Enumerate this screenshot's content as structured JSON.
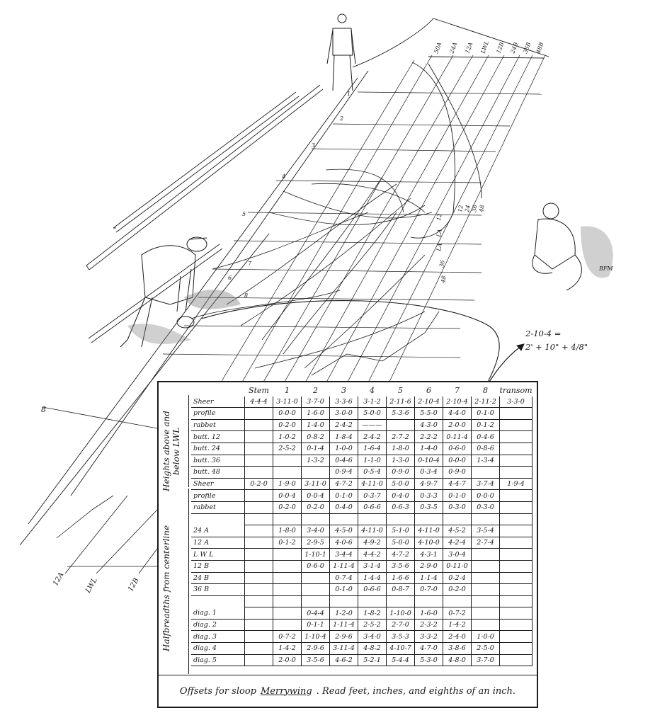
{
  "callout": {
    "line1": "2-10-4 =",
    "line2": "2' + 10\" + 4/8\""
  },
  "line_labels": {
    "station_tags": [
      "50A",
      "24A",
      "12A",
      "LWL",
      "12B",
      "24B",
      "36B",
      "48B"
    ],
    "lower_left": [
      "12A",
      "LWL",
      "12B"
    ],
    "body_numbers": [
      "1",
      "2",
      "3",
      "4",
      "5",
      "6",
      "7",
      "8"
    ],
    "right_buttocks": [
      "12",
      "24",
      "36",
      "48"
    ],
    "right_lower": [
      "12",
      "LA",
      "LA",
      "36",
      "48"
    ],
    "left_edge_mark": "8",
    "signature": "BFM"
  },
  "table": {
    "columns": [
      "Stem",
      "1",
      "2",
      "3",
      "4",
      "5",
      "6",
      "7",
      "8",
      "transom"
    ],
    "group_heights": "Heights above and below LWL",
    "group_halfbreadths": "Halfbreadths from centerline",
    "heights": [
      {
        "label": "Sheer",
        "values": [
          "4-4-4",
          "3-11-0",
          "3-7-0",
          "3-3-6",
          "3-1-2",
          "2-11-6",
          "2-10-4",
          "2-10-4",
          "2-11-2",
          "3-3-0"
        ]
      },
      {
        "label": "profile",
        "values": [
          "",
          "0-0-0",
          "1-6-0",
          "3-0-0",
          "5-0-0",
          "5-3-6",
          "5-5-0",
          "4-4-0",
          "0-1-0",
          ""
        ]
      },
      {
        "label": "rabbet",
        "values": [
          "",
          "0-2-0",
          "1-4-0",
          "2-4-2",
          "———",
          "",
          "4-3-0",
          "2-0-0",
          "0-1-2",
          ""
        ]
      },
      {
        "label": "butt. 12",
        "values": [
          "",
          "1-0-2",
          "0-8-2",
          "1-8-4",
          "2-4-2",
          "2-7-2",
          "2-2-2",
          "0-11-4",
          "0-4-6",
          ""
        ]
      },
      {
        "label": "butt. 24",
        "values": [
          "",
          "2-5-2",
          "0-1-4",
          "1-0-0",
          "1-6-4",
          "1-8-0",
          "1-4-0",
          "0-6-0",
          "0-8-6",
          ""
        ]
      },
      {
        "label": "butt. 36",
        "values": [
          "",
          "",
          "1-3-2",
          "0-4-6",
          "1-1-0",
          "1-3-0",
          "0-10-4",
          "0-0-0",
          "1-3-4",
          ""
        ]
      },
      {
        "label": "butt. 48",
        "values": [
          "",
          "",
          "",
          "0-9-4",
          "0-5-4",
          "0-9-0",
          "0-3-4",
          "0-9-0",
          "",
          ""
        ]
      }
    ],
    "halfbreadths": [
      {
        "label": "Sheer",
        "values": [
          "0-2-0",
          "1-9-0",
          "3-11-0",
          "4-7-2",
          "4-11-0",
          "5-0-0",
          "4-9-7",
          "4-4-7",
          "3-7-4",
          "1-9-4"
        ]
      },
      {
        "label": "profile",
        "values": [
          "",
          "0-0-4",
          "0-0-4",
          "0-1-0",
          "0-3-7",
          "0-4-0",
          "0-3-3",
          "0-1-0",
          "0-0-0",
          ""
        ]
      },
      {
        "label": "rabbet",
        "values": [
          "",
          "0-2-0",
          "0-2-0",
          "0-4-0",
          "0-6-6",
          "0-6-3",
          "0-3-5",
          "0-3-0",
          "0-3-0",
          ""
        ]
      },
      {
        "label": "",
        "values": [
          "",
          "",
          "",
          "",
          "",
          "",
          "",
          "",
          "",
          ""
        ]
      },
      {
        "label": "24 A",
        "values": [
          "",
          "1-8-0",
          "3-4-0",
          "4-5-0",
          "4-11-0",
          "5-1-0",
          "4-11-0",
          "4-5-2",
          "3-5-4",
          ""
        ]
      },
      {
        "label": "12 A",
        "values": [
          "",
          "0-1-2",
          "2-9-5",
          "4-0-6",
          "4-9-2",
          "5-0-0",
          "4-10-0",
          "4-2-4",
          "2-7-4",
          ""
        ]
      },
      {
        "label": "L W L",
        "values": [
          "",
          "",
          "1-10-1",
          "3-4-4",
          "4-4-2",
          "4-7-2",
          "4-3-1",
          "3-0-4",
          "",
          ""
        ]
      },
      {
        "label": "12 B",
        "values": [
          "",
          "",
          "0-6-0",
          "1-11-4",
          "3-1-4",
          "3-5-6",
          "2-9-0",
          "0-11-0",
          "",
          ""
        ]
      },
      {
        "label": "24 B",
        "values": [
          "",
          "",
          "",
          "0-7-4",
          "1-4-4",
          "1-6-6",
          "1-1-4",
          "0-2-4",
          "",
          ""
        ]
      },
      {
        "label": "36 B",
        "values": [
          "",
          "",
          "",
          "0-1-0",
          "0-6-6",
          "0-8-7",
          "0-7-0",
          "0-2-0",
          "",
          ""
        ]
      },
      {
        "label": "",
        "values": [
          "",
          "",
          "",
          "",
          "",
          "",
          "",
          "",
          "",
          ""
        ]
      },
      {
        "label": "diag. 1",
        "values": [
          "",
          "",
          "0-4-4",
          "1-2-0",
          "1-8-2",
          "1-10-0",
          "1-6-0",
          "0-7-2",
          "",
          ""
        ]
      },
      {
        "label": "diag. 2",
        "values": [
          "",
          "",
          "0-1-1",
          "1-11-4",
          "2-5-2",
          "2-7-0",
          "2-3-2",
          "1-4-2",
          "",
          ""
        ]
      },
      {
        "label": "diag. 3",
        "values": [
          "",
          "0-7-2",
          "1-10-4",
          "2-9-6",
          "3-4-0",
          "3-5-3",
          "3-3-2",
          "2-4-0",
          "1-0-0",
          ""
        ]
      },
      {
        "label": "diag. 4",
        "values": [
          "",
          "1-4-2",
          "2-9-6",
          "3-11-4",
          "4-8-2",
          "4-10-7",
          "4-7-0",
          "3-8-6",
          "2-5-0",
          ""
        ]
      },
      {
        "label": "diag. 5",
        "values": [
          "",
          "2-0-0",
          "3-5-6",
          "4-6-2",
          "5-2-1",
          "5-4-4",
          "5-3-0",
          "4-8-0",
          "3-7-0",
          ""
        ]
      }
    ],
    "caption_pre": "Offsets for sloop",
    "caption_name": "Merrywing",
    "caption_post": ". Read feet, inches, and eighths of an inch."
  }
}
